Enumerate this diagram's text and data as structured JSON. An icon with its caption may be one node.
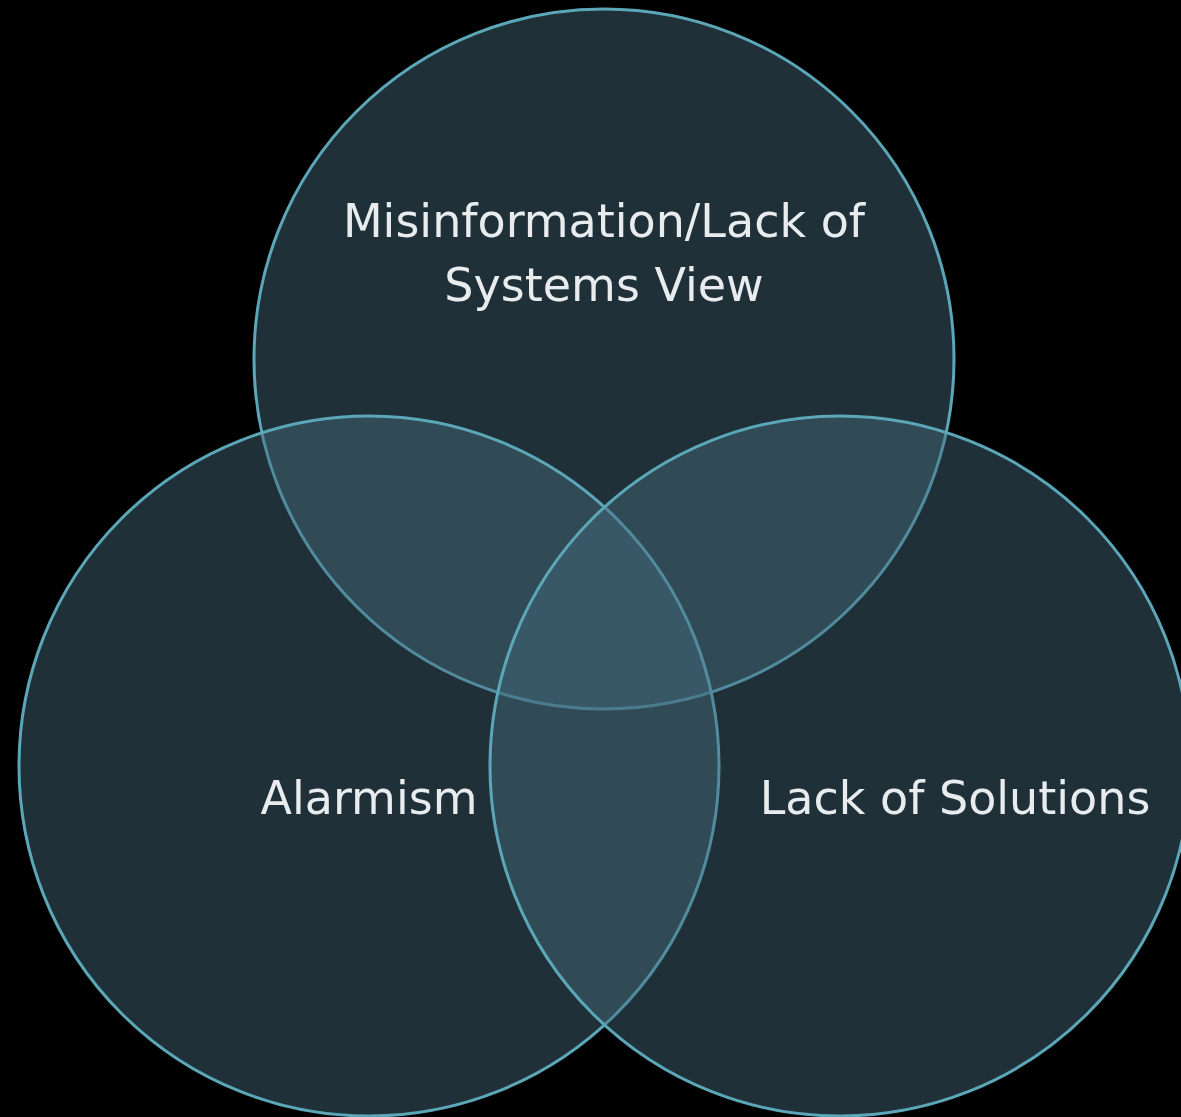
{
  "diagram": {
    "nodes": [
      {
        "text": [
          "Misinformation/Lack of Systems View"
        ]
      },
      {
        "text": [
          "Alarmism"
        ]
      },
      {
        "text": [
          "Lack of Solutions"
        ]
      }
    ],
    "edges": []
  }
}
